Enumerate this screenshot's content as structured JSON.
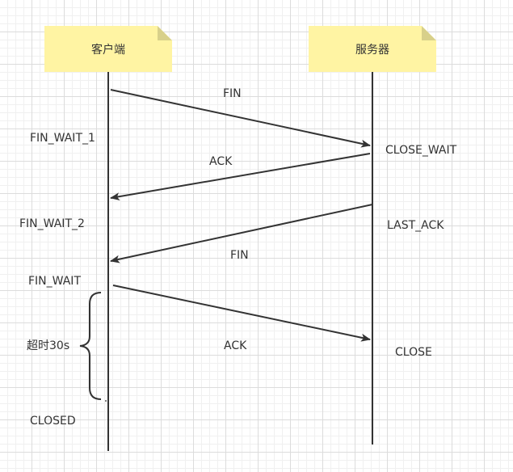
{
  "participants": {
    "client": "客户端",
    "server": "服务器"
  },
  "messages": [
    {
      "label": "FIN",
      "from": "client",
      "to": "server"
    },
    {
      "label": "ACK",
      "from": "server",
      "to": "client"
    },
    {
      "label": "FIN",
      "from": "server",
      "to": "client"
    },
    {
      "label": "ACK",
      "from": "client",
      "to": "server"
    }
  ],
  "client_states": [
    "FIN_WAIT_1",
    "FIN_WAIT_2",
    "FIN_WAIT",
    "CLOSED"
  ],
  "server_states": [
    "CLOSE_WAIT",
    "LAST_ACK",
    "CLOSE"
  ],
  "timeout_label": "超时30s",
  "colors": {
    "note_fill": "#fff4a3",
    "line": "#333333",
    "grid": "#dcdcdc"
  }
}
